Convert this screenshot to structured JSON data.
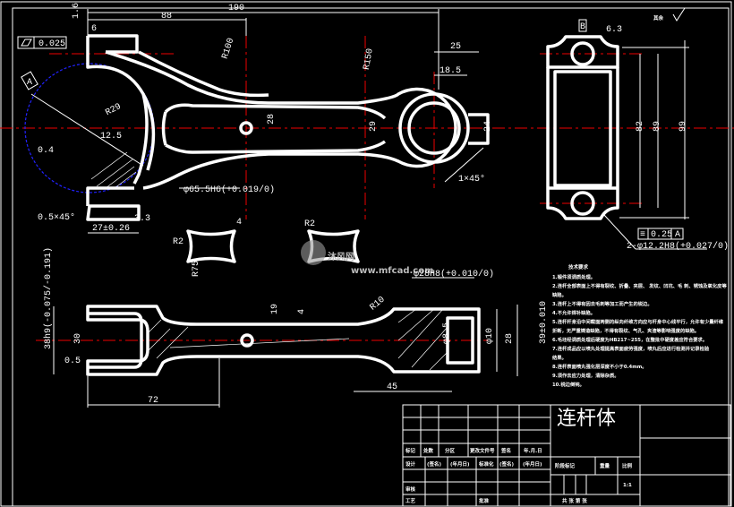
{
  "title": "连杆体",
  "watermark": {
    "logo": "沐风网",
    "url": "www.mfcad.com"
  },
  "top_view": {
    "d190": "190",
    "d88": "88",
    "d6": "6",
    "flatness": "0.025",
    "ra_top": "1.6",
    "r100": "R100",
    "r150": "R150",
    "r29": "R29",
    "d12_5": "12.5",
    "ra04": "0.4",
    "d28": "28",
    "d29": "29",
    "d25": "25",
    "d18_5": "18.5",
    "d24": "24",
    "chamfer1": "1×45°",
    "bore": "φ65.5H6(+0.019/0)",
    "chamfer2": "0.5×45°",
    "d27": "27±0.26",
    "d3_3": "3.3",
    "datum": "A"
  },
  "sections": {
    "r2a": "R2",
    "r2b": "R2",
    "d4": "4",
    "r75": "R75"
  },
  "end_view": {
    "rest": "其余",
    "ra63": "6.3",
    "d82": "82",
    "d89": "89",
    "d99": "99",
    "holes": "2-φ12.2H8(+0.027/0)",
    "tol": "0.25",
    "tol_datum": "A",
    "datum_b": "B"
  },
  "bottom_view": {
    "bore": "φ28H8(+0.010/0)",
    "r10": "R10",
    "d19": "19",
    "d4": "4",
    "d30": "30",
    "d38": "38h9(-0.075/-0.191)",
    "ra05": "0.5",
    "d72": "72",
    "d45": "45",
    "phi85": "φ8.5",
    "phi10": "φ10",
    "d28": "28",
    "d39": "39±0.010"
  },
  "requirements": {
    "heading": "技术要求",
    "items": [
      "1.锻件须调质处理。",
      "2.连杆全部表面上不得有裂纹、折叠、夹层、 发纹、凹坑、毛 刺、锈蚀及氧化皮等",
      "缺陷。",
      "3.连杆上不得有因去毛刺等加工而产生的锐边。",
      "4.不允许焊补缺陷。",
      "5.连杆杆身沿中间截面两侧的纵向纤维方向应与杆身中心线平行，允许有少量纤维",
      "折断，无严重铸造缺陷，不得有裂纹、气孔、夹渣等影响强度的缺陷。",
      "6.毛坯经调质处理后硬度为HB217~255，在整批中硬度差应符合要求。",
      "7.连杆成品应以喷丸处理提高表面疲劳强度，喷丸后应进行检测并记录检验",
      "结果。",
      "8.连杆表面喷丸强化层深度不小于0.4mm。",
      "9.须作去应力处理，清除杂质。",
      "10.锐边倒钝。"
    ]
  },
  "title_block": {
    "mark": "标记",
    "count": "处数",
    "zone": "分区",
    "change_doc": "更改文件号",
    "sign": "签名",
    "date": "年.月.日",
    "design": "设计",
    "sign2": "(签名)",
    "date2": "(年月日)",
    "standard": "标准化",
    "sign3": "(签名)",
    "date3": "(年月日)",
    "stage": "阶段标记",
    "weight": "重量",
    "scale": "比例",
    "scale_val": "1:1",
    "review": "审核",
    "process": "工艺",
    "approve": "批准",
    "sheets": "共  张  第  张"
  }
}
